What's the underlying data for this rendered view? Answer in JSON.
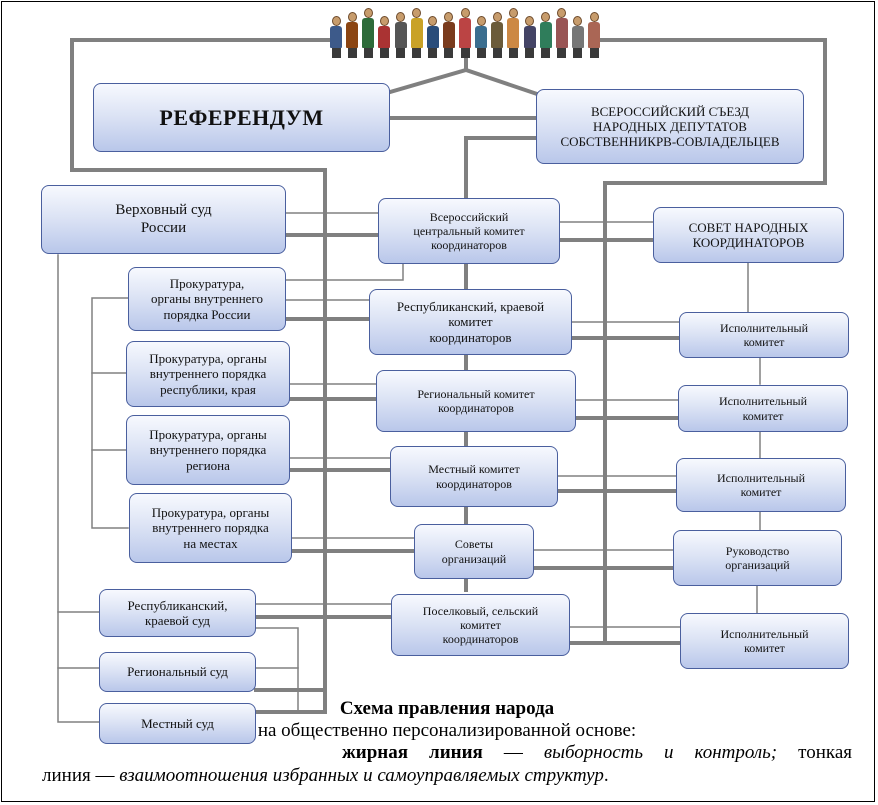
{
  "nodes": {
    "referendum": "РЕФЕРЕНДУМ",
    "congress": "ВСЕРОССИЙСКИЙ СЪЕЗД\nНАРОДНЫХ ДЕПУТАТОВ\nСОБСТВЕННИКРВ-СОВЛАДЕЛЬЦЕВ",
    "supreme_court": "Верховный суд\nРоссии",
    "central_committee": "Всероссийский\nцентральный комитет\nкоординаторов",
    "council": "СОВЕТ НАРОДНЫХ\nКООРДИНАТОРОВ",
    "prosecutor_russia": "Прокуратура,\nорганы внутреннего\nпорядка России",
    "republic_committee": "Республиканский, краевой\nкомитет\nкоординаторов",
    "exec_1": "Исполнительный\nкомитет",
    "prosecutor_republic": "Прокуратура, органы\nвнутреннего порядка\nреспублики, края",
    "regional_committee": "Региональный комитет\nкоординаторов",
    "exec_2": "Исполнительный\nкомитет",
    "prosecutor_region": "Прокуратура, органы\nвнутреннего порядка\nрегиона",
    "local_committee": "Местный комитет\nкоординаторов",
    "exec_3": "Исполнительный\nкомитет",
    "prosecutor_local": "Прокуратура, органы\nвнутреннего порядка\nна местах",
    "org_councils": "Советы\nорганизаций",
    "org_management": "Руководство\nорганизаций",
    "republic_court": "Республиканский,\nкраевой суд",
    "settlement_committee": "Поселковый, сельский\nкомитет\nкоординаторов",
    "exec_4": "Исполнительный\nкомитет",
    "regional_court": "Региональный суд",
    "local_court": "Местный суд"
  },
  "caption": {
    "title": "Схема правления народа",
    "subtitle": "на общественно персонализированной основе:",
    "bold_term": "жирная линия",
    "dash1": " — ",
    "bold_meaning": "выборность и контроль;",
    "thin_prefix": " тонкая",
    "thin_word": "линия",
    "dash2": " — ",
    "thin_meaning": "взаимоотношения избранных и самоуправляемых структур",
    "end": "."
  },
  "colors": {
    "line": "#808080",
    "box_border": "#4a5f9e",
    "box_top": "#f7f9fe",
    "box_bottom": "#b9c7ea"
  },
  "figures": [
    "#3d5a8a",
    "#8b4513",
    "#2e6b3a",
    "#a33",
    "#555",
    "#c9a227",
    "#2a4d7a",
    "#7a3b1d",
    "#b44",
    "#3b6e8f",
    "#6b5b3a",
    "#c84",
    "#446",
    "#2f7d5b",
    "#955",
    "#777",
    "#a65"
  ]
}
